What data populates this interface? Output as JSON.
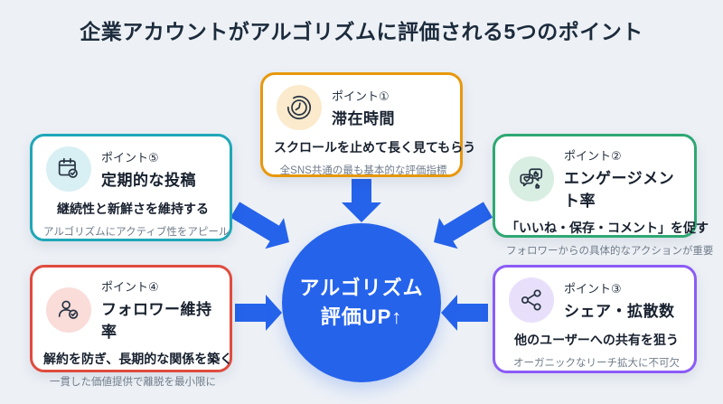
{
  "title": "企業アカウントがアルゴリズムに評価される5つのポイント",
  "center": {
    "line1": "アルゴリズム",
    "line2": "評価UP↑"
  },
  "points": [
    {
      "label": "ポイント①",
      "name": "滞在時間",
      "headline": "スクロールを止めて長く見てもらう",
      "caption": "全SNS共通の最も基本的な評価指標",
      "icon": "clock-icon",
      "accent": "#e8980c",
      "icon_bg": "#fbeacb"
    },
    {
      "label": "ポイント②",
      "name": "エンゲージメント率",
      "headline": "「いいね・保存・コメント」を促す",
      "caption": "フォロワーからの具体的なアクションが重要",
      "icon": "engagement-reactions-icon",
      "accent": "#2ea873",
      "icon_bg": "#d9eee3"
    },
    {
      "label": "ポイント③",
      "name": "シェア・拡散数",
      "headline": "他のユーザーへの共有を狙う",
      "caption": "オーガニックなリーチ拡大に不可欠",
      "icon": "share-nodes-icon",
      "accent": "#8b5cf6",
      "icon_bg": "#e8e0fb"
    },
    {
      "label": "ポイント④",
      "name": "フォロワー維持率",
      "headline": "解約を防ぎ、長期的な関係を築く",
      "caption": "一貫した価値提供で離脱を最小限に",
      "icon": "person-check-icon",
      "accent": "#e04b3e",
      "icon_bg": "#fadcd9"
    },
    {
      "label": "ポイント⑤",
      "name": "定期的な投稿",
      "headline": "継続性と新鮮さを維持する",
      "caption": "アルゴリズムにアクティブ性をアピール",
      "icon": "calendar-check-icon",
      "accent": "#1fa7b8",
      "icon_bg": "#d8eff3"
    }
  ],
  "colors": {
    "background": "#edf1f6",
    "center_circle": "#2563eb",
    "arrow": "#2563eb",
    "title_text": "#1c2b3c",
    "caption_text": "#707c8a"
  }
}
